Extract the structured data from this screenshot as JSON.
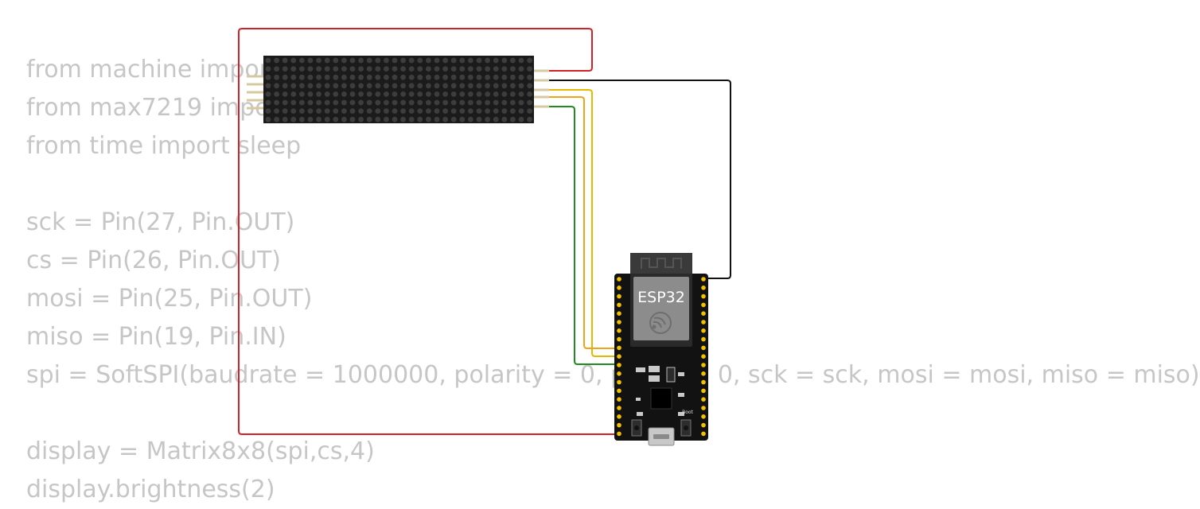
{
  "code_lines": [
    "from machine import Pin, SPI, SoftSPI",
    "from max7219 import Matrix8x8",
    "from time import sleep",
    "",
    "sck = Pin(27, Pin.OUT)",
    "cs = Pin(26, Pin.OUT)",
    "mosi = Pin(25, Pin.OUT)",
    "miso = Pin(19, Pin.IN)",
    "spi = SoftSPI(baudrate = 1000000, polarity = 0, phase = 0, sck = sck, mosi = mosi, miso = miso)",
    "",
    "display = Matrix8x8(spi,cs,4)",
    "display.brightness(2)"
  ],
  "board": {
    "label": "ESP32",
    "boot_label": "Boot"
  },
  "wire_colors": {
    "vcc": "#d42127",
    "gnd": "#111111",
    "din": "#e6b800",
    "cs": "#f0a21a",
    "clk": "#1e8c1e"
  },
  "icons": [
    "espressif-logo-icon",
    "usb-port-icon"
  ]
}
